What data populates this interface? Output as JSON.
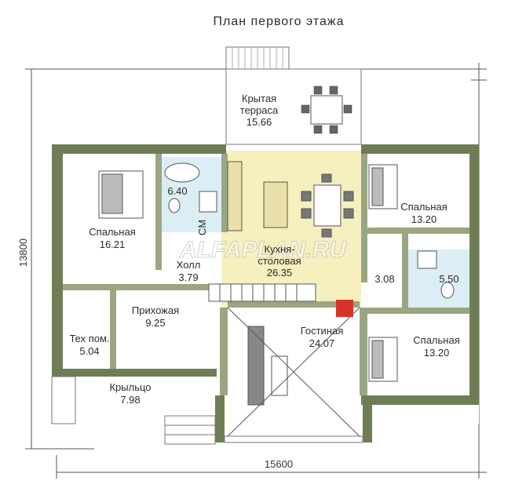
{
  "title": "План первого этажа",
  "dimensions": {
    "width": "15600",
    "height": "13800"
  },
  "watermark": "ALFAPLAN.RU",
  "rooms": {
    "terrace": {
      "name1": "Крытая",
      "name2": "терраса",
      "area": "15.66"
    },
    "bedroom1": {
      "name": "Спальная",
      "area": "16.21"
    },
    "bath1": {
      "area": "6.40"
    },
    "washer": {
      "code": "СМ"
    },
    "kitchen": {
      "name1": "Кухня-",
      "name2": "столовая",
      "area": "26.35"
    },
    "bedroom2": {
      "name": "Спальная",
      "area": "13.20"
    },
    "hall": {
      "name": "Холл",
      "area": "3.79"
    },
    "corridor": {
      "area": "3.08"
    },
    "bath2": {
      "area": "5.50"
    },
    "entry": {
      "name": "Прихожая",
      "area": "9.25"
    },
    "tech": {
      "name": "Тех пом.",
      "area": "5.04"
    },
    "living": {
      "name": "Гостиная",
      "area": "24.07"
    },
    "bedroom3": {
      "name": "Спальная",
      "area": "13.20"
    },
    "porch": {
      "name": "Крыльцо",
      "area": "7.98"
    }
  },
  "colors": {
    "wall": "#6f7d55",
    "wall_inner": "#9aa681",
    "kitchen_floor": "#f6efbe",
    "bath_floor": "#dbeef6",
    "line": "#555555"
  }
}
